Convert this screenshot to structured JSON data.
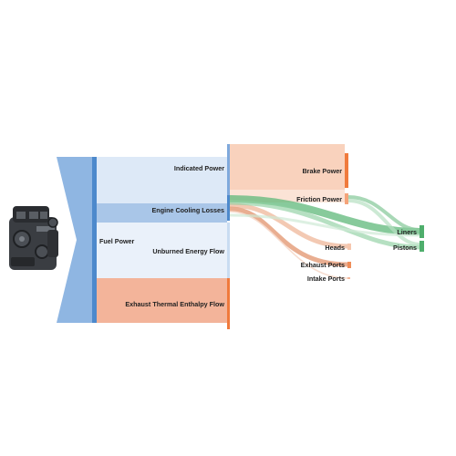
{
  "diagram": {
    "type": "sankey",
    "nodes": {
      "fuel_power": "Fuel Power",
      "indicated_power": "Indicated Power",
      "engine_cooling_losses": "Engine Cooling Losses",
      "unburned_energy_flow": "Unburned Energy Flow",
      "exhaust_thermal_enthalpy_flow": "Exhaust Thermal Enthalpy Flow",
      "brake_power": "Brake Power",
      "friction_power": "Friction Power",
      "heads": "Heads",
      "exhaust_ports": "Exhaust Ports",
      "intake_ports": "Intake Ports",
      "liners": "Liners",
      "pistons": "Pistons"
    },
    "colors": {
      "fuel": "#8fb6e2",
      "indicated": "#dde9f7",
      "cooling": "#a9c6e8",
      "unburned": "#eaf1fa",
      "exhaust": "#f3b49a",
      "brake": "#f9d2bd",
      "orange_bar": "#f07a3c",
      "blue_bar": "#4d89cc",
      "green": "#5fb87a",
      "green_light": "#b6dfc2",
      "green_bar": "#4fae6c",
      "brown_flow": "#e7a585"
    },
    "image": {
      "name": "engine-photo"
    }
  }
}
